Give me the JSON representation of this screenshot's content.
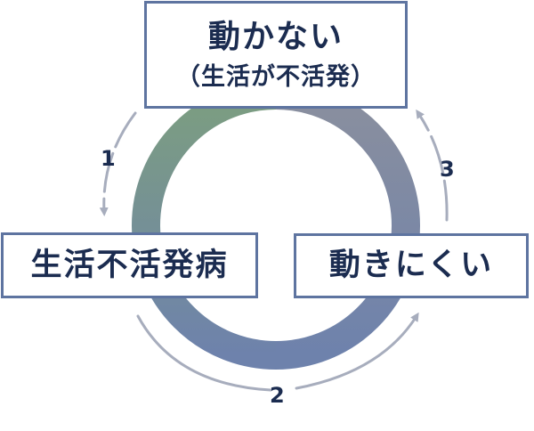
{
  "cycle": {
    "nodes": {
      "top": {
        "title": "動かない",
        "subtitle": "（生活が不活発）"
      },
      "left": {
        "title": "生活不活発病"
      },
      "right": {
        "title": "動きにくい"
      }
    },
    "steps": [
      "1",
      "2",
      "3"
    ]
  },
  "colors": {
    "ring_green": "#7c9e80",
    "ring_gray": "#8a8f9e",
    "ring_blue": "#6e82ac",
    "box_border": "#5e74a0",
    "text": "#1b2c50",
    "arrow": "#a7adbd"
  }
}
